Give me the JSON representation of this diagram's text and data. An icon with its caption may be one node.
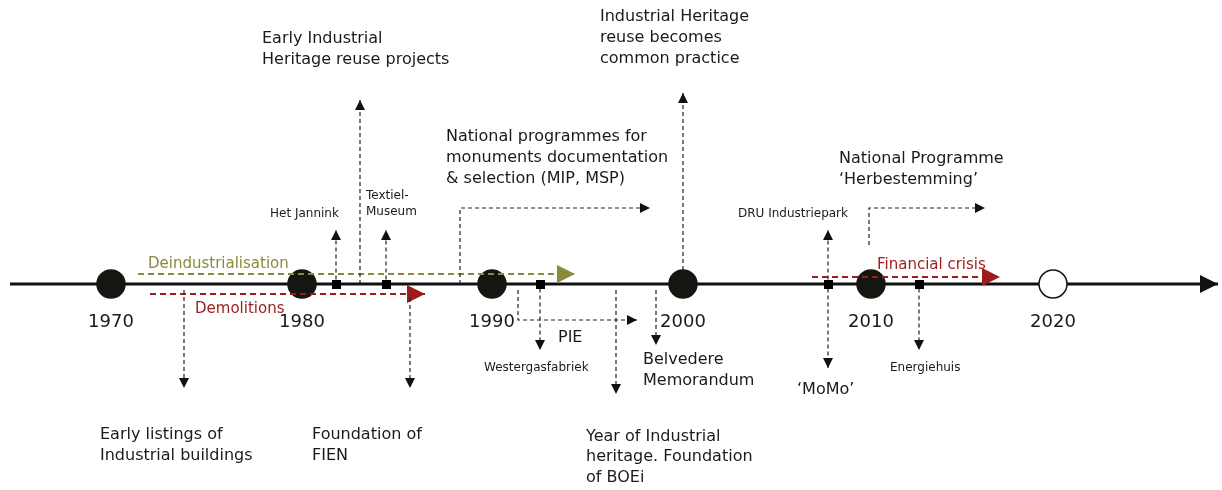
{
  "diagram": {
    "nodes": [
      {
        "text": [
          "Early Industrial Heritage reuse projects"
        ]
      },
      {
        "text": [
          "Industrial Heritage reuse becomes common practice"
        ]
      },
      {
        "text": [
          "National programmes for monuments documentation & selection (MIP, MSP)"
        ]
      },
      {
        "text": [
          "National Programme ‘Herbestemming’"
        ]
      },
      {
        "text": [
          "Het Jannink"
        ]
      },
      {
        "text": [
          "Textiel- Museum"
        ]
      },
      {
        "text": [
          "DRU Industriepark"
        ]
      },
      {
        "text": [
          "Early listings of Industrial buildings"
        ]
      },
      {
        "text": [
          "Foundation of FIEN"
        ]
      },
      {
        "text": [
          "PIE"
        ]
      },
      {
        "text": [
          "Westergasfabriek"
        ]
      },
      {
        "text": [
          "Year of Industrial heritage. Foundation of BOEi"
        ]
      },
      {
        "text": [
          "Belvedere Memorandum"
        ]
      },
      {
        "text": [
          "‘MoMo’"
        ]
      },
      {
        "text": [
          "Energiehuis"
        ]
      },
      {
        "text": [],
        "shape": "box"
      },
      {
        "text": [],
        "shape": "box"
      },
      {
        "text": [],
        "shape": "box"
      },
      {
        "text": [],
        "shape": "box"
      },
      {
        "text": [],
        "shape": "box"
      }
    ],
    "edges": [
      {
        "from": null,
        "to": 0,
        "arrow": "to"
      },
      {
        "from": null,
        "to": 1,
        "arrow": "to"
      },
      {
        "from": null,
        "to": 2,
        "arrow": "to"
      },
      {
        "from": null,
        "to": 3,
        "arrow": "to"
      },
      {
        "from": 15,
        "to": 4,
        "arrow": "to"
      },
      {
        "from": 16,
        "to": 5,
        "arrow": "to"
      },
      {
        "from": 18,
        "to": 6,
        "arrow": "to"
      },
      {
        "from": null,
        "to": 7,
        "arrow": "to"
      },
      {
        "from": null,
        "to": 8,
        "arrow": "to"
      },
      {
        "from": null,
        "to": 9,
        "arrow": "to"
      },
      {
        "from": 17,
        "to": 10,
        "arrow": "to"
      },
      {
        "from": null,
        "to": 11,
        "arrow": "to"
      },
      {
        "from": null,
        "to": 12,
        "arrow": "to"
      },
      {
        "from": 18,
        "to": 13,
        "arrow": "to"
      },
      {
        "from": 19,
        "to": 14,
        "arrow": "to"
      }
    ],
    "labels": [
      "Deindustrialisation",
      "Demolitions",
      "Financial crisis",
      "1970",
      "1980",
      "1990",
      "2000",
      "2010",
      "2020"
    ]
  }
}
